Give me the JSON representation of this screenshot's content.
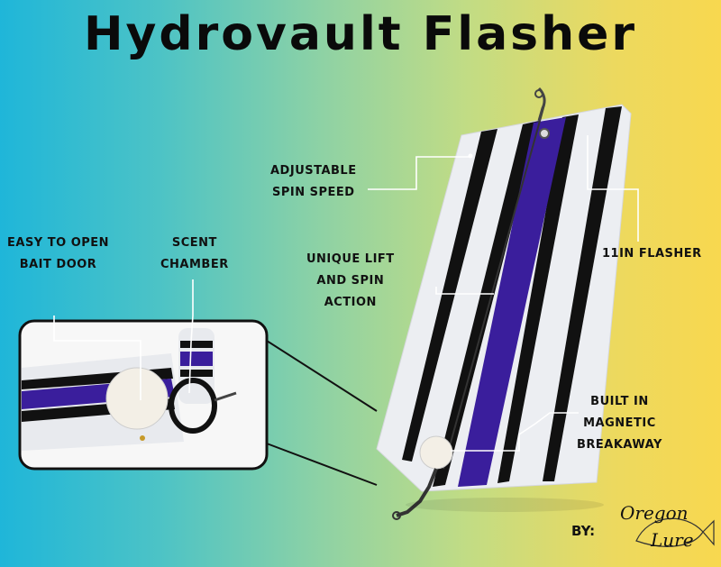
{
  "title": "Hydrovault Flasher",
  "labels": {
    "adjustable": [
      "Adjustable",
      "Spin Speed"
    ],
    "flasher_size": "11in Flasher",
    "unique_lift": [
      "Unique lift",
      "and spin",
      "action"
    ],
    "easy_open": [
      "Easy to open",
      "bait door"
    ],
    "scent_chamber": [
      "Scent",
      "Chamber"
    ],
    "magnetic": [
      "Built In",
      "Magnetic",
      "breakaway"
    ]
  },
  "footer": {
    "by_label": "BY:",
    "logo_text_1": "Oregon",
    "logo_text_2": "Lure"
  },
  "colors": {
    "flasher_white": "#eceef2",
    "stripe_black": "#111111",
    "stripe_purple": "#3a1e9c",
    "callout_line": "#ffffff",
    "inset_border": "#111111"
  }
}
